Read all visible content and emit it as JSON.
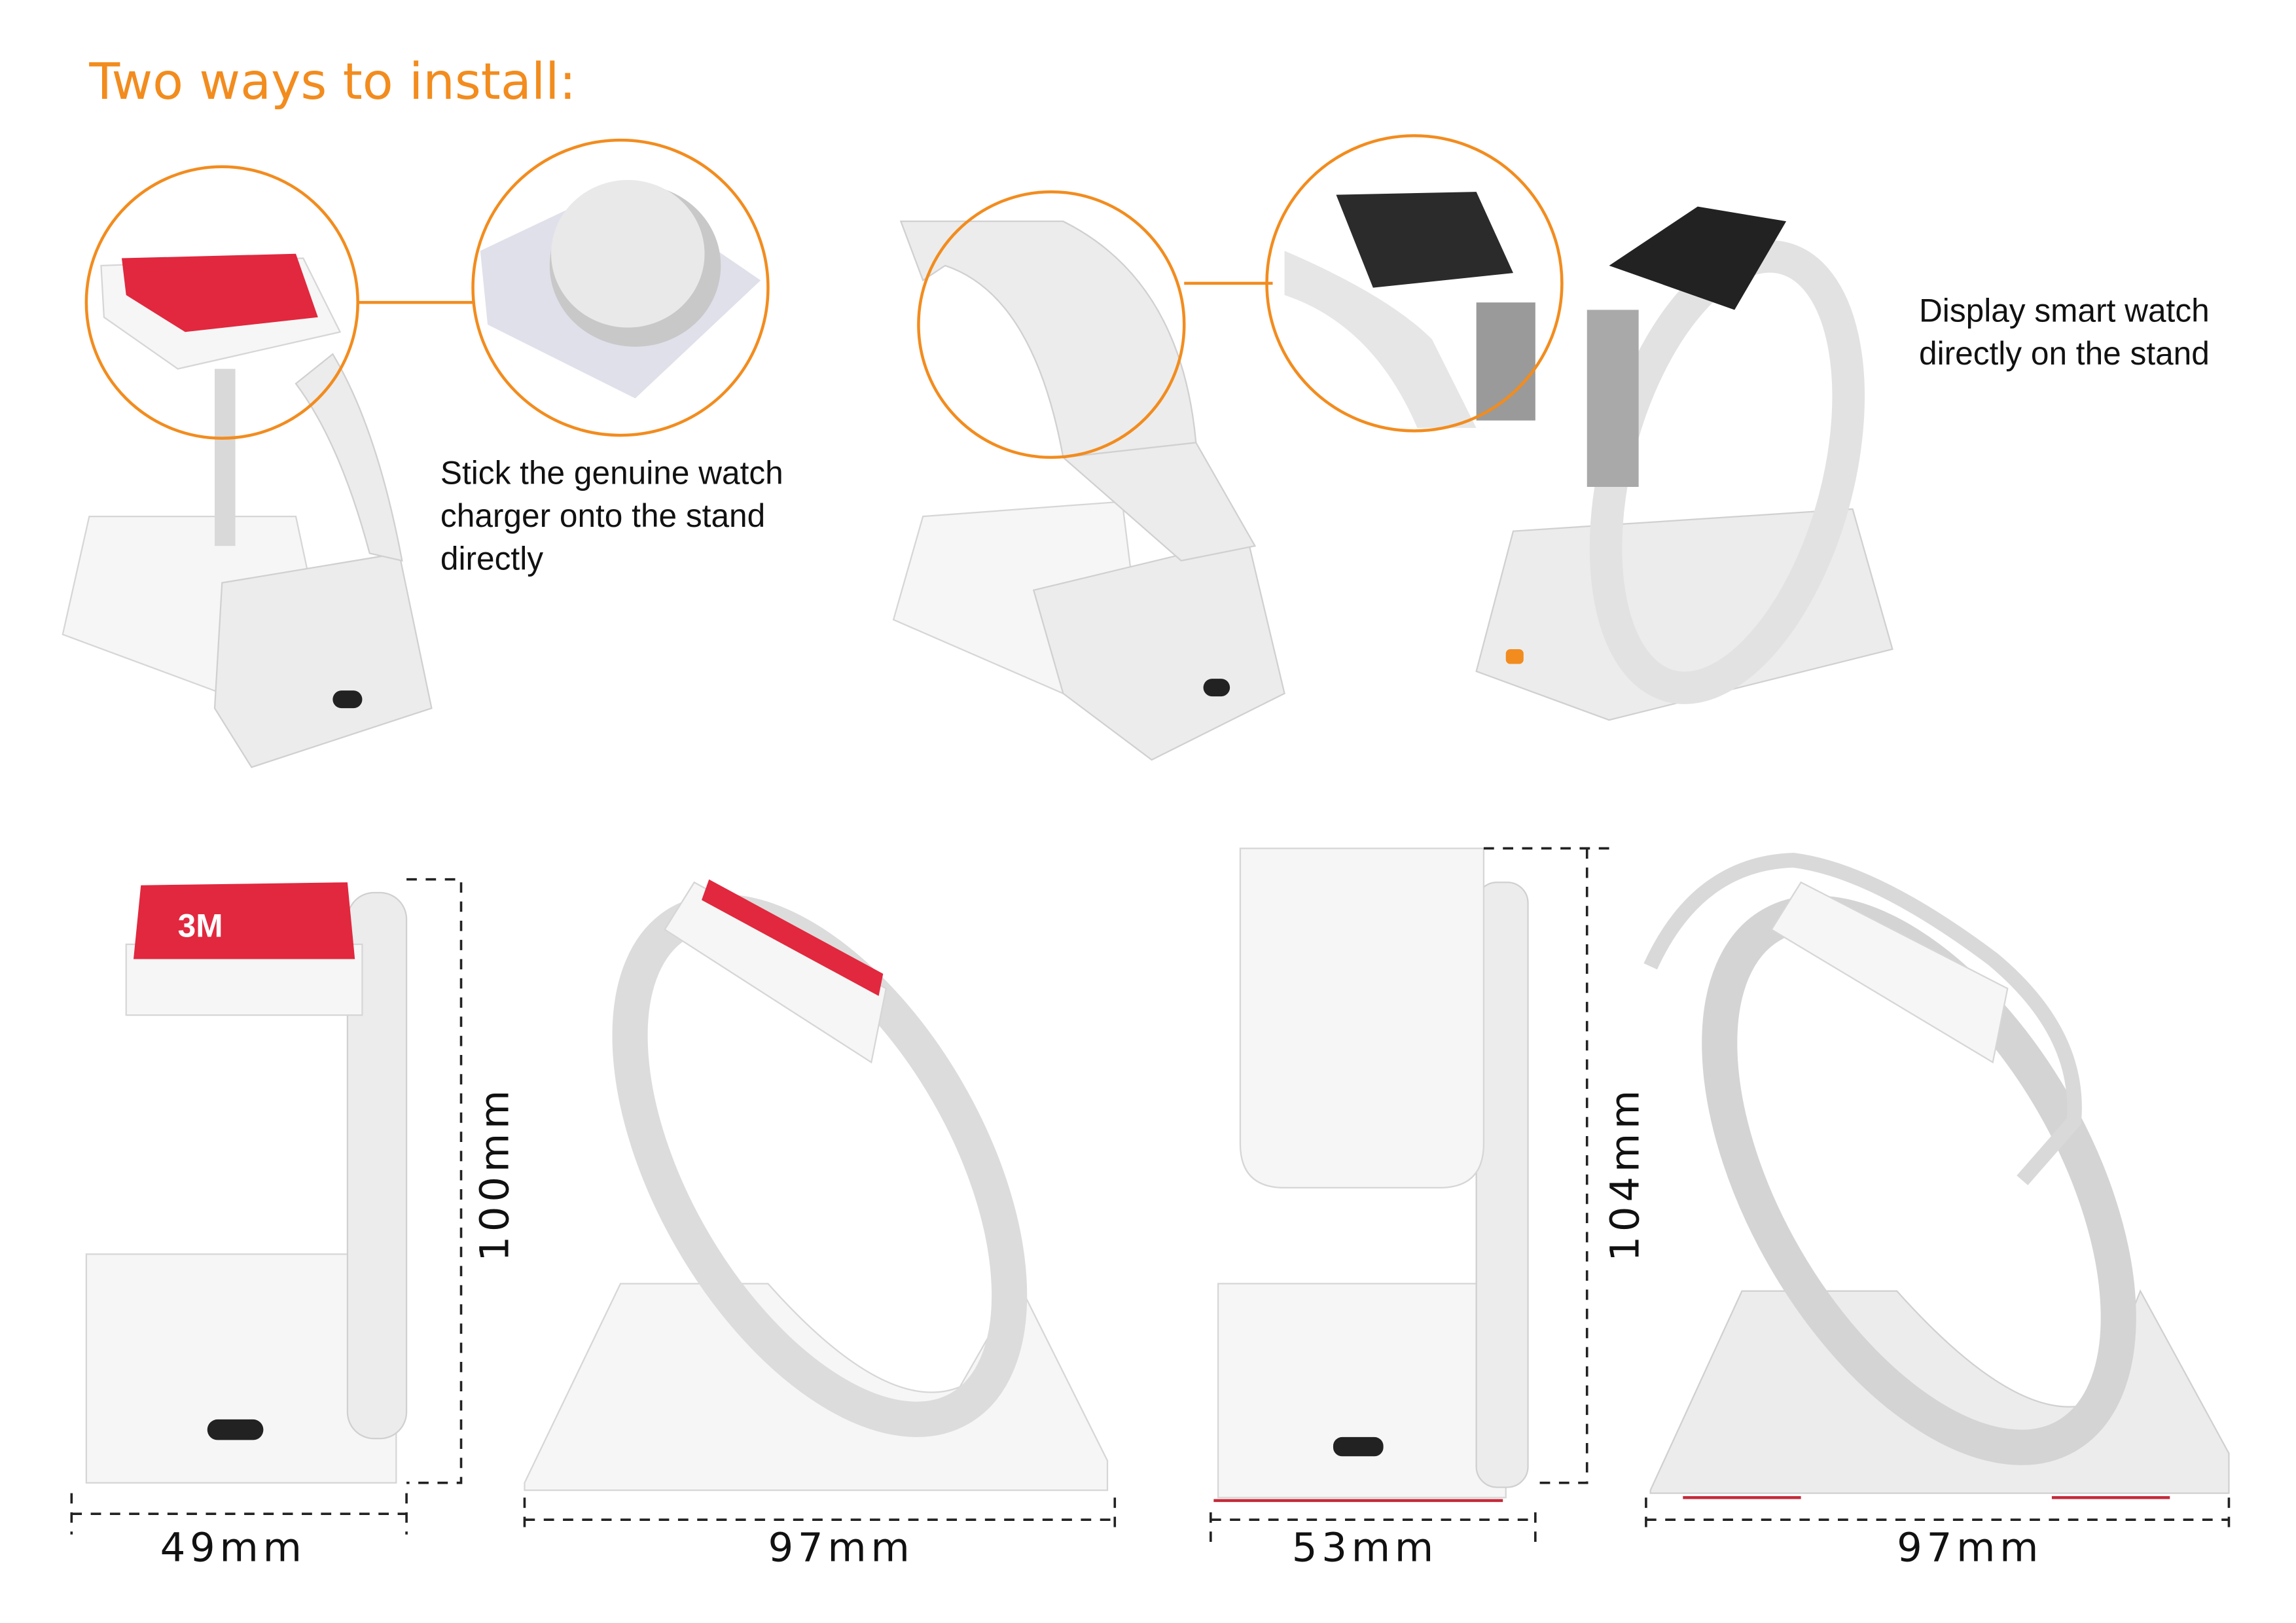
{
  "title": "Two ways to install:",
  "notes": {
    "charger": [
      "Stick the genuine watch",
      "charger onto the stand",
      "directly"
    ],
    "display": [
      "Display smart watch",
      "directly on the stand"
    ]
  },
  "pad_label": "3M",
  "dimensions": {
    "view1_width": "49mm",
    "view1_height": "100mm",
    "view2_width": "97mm",
    "view3_width": "53mm",
    "view3_height": "104mm",
    "view4_width": "97mm"
  },
  "colors": {
    "accent": "#f28c1e",
    "pad": "#e1283e"
  }
}
